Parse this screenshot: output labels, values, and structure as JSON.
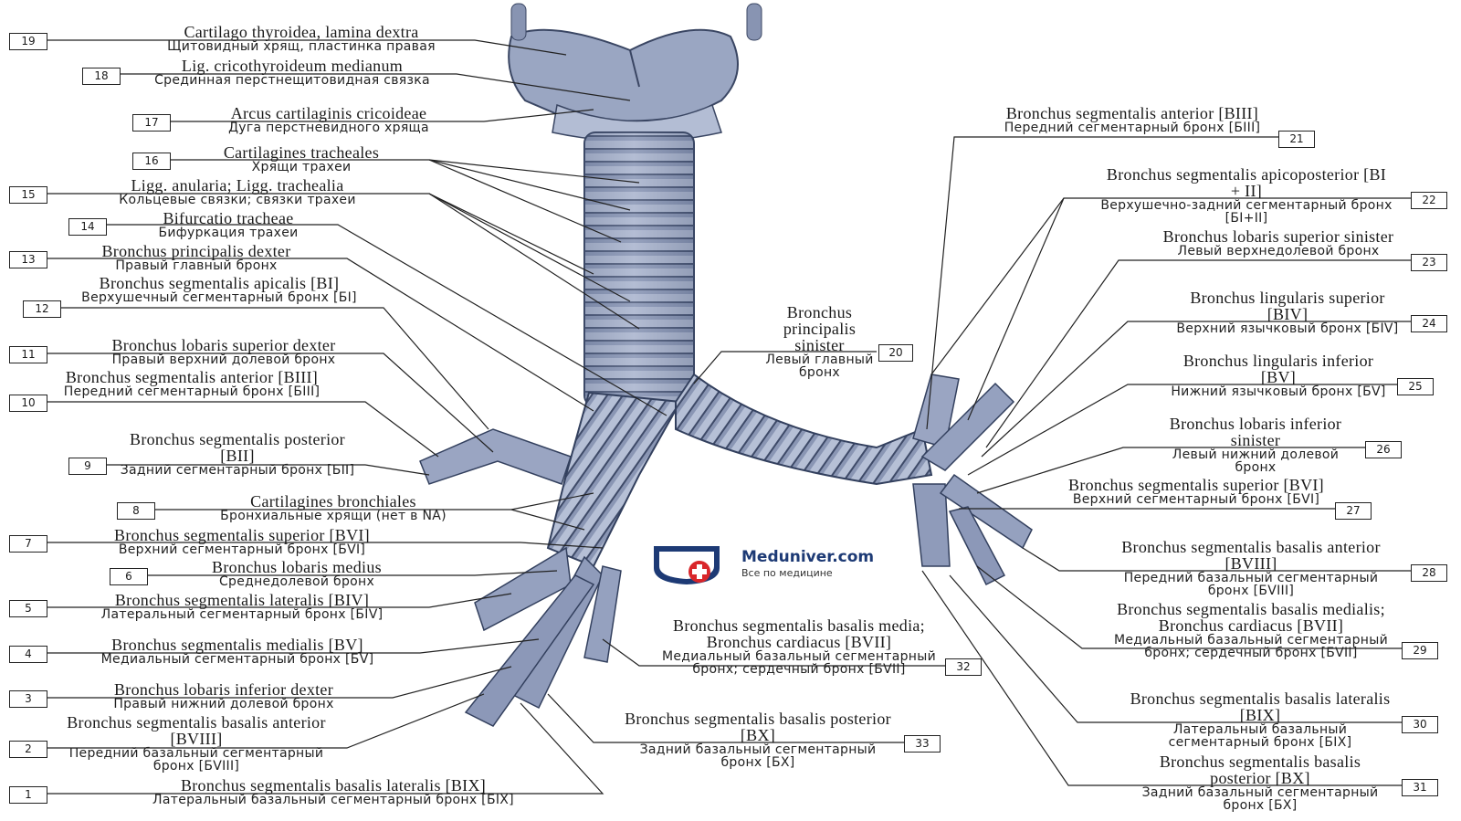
{
  "logo": {
    "site": "Meduniver.com",
    "tagline": "Все по медицине"
  },
  "labels": [
    {
      "n": "19",
      "la": "Cartilago thyroidea, lamina dextra",
      "ru": "Щитовидный хрящ, пластинка правая"
    },
    {
      "n": "18",
      "la": "Lig. cricothyroideum medianum",
      "ru": "Срединная перстнещитовидная связка"
    },
    {
      "n": "17",
      "la": "Arcus cartilaginis cricoideae",
      "ru": "Дуга перстневидного хряща"
    },
    {
      "n": "16",
      "la": "Cartilagines tracheales",
      "ru": "Хрящи трахеи"
    },
    {
      "n": "15",
      "la": "Ligg. anularia; Ligg. trachealia",
      "ru": "Кольцевые связки; связки трахеи"
    },
    {
      "n": "14",
      "la": "Bifurcatio tracheae",
      "ru": "Бифуркация трахеи"
    },
    {
      "n": "13",
      "la": "Bronchus principalis dexter",
      "ru": "Правый главный бронх"
    },
    {
      "n": "12",
      "la": "Bronchus segmentalis apicalis [BI]",
      "ru": "Верхушечный сегментарный бронх [БI]"
    },
    {
      "n": "11",
      "la": "Bronchus lobaris superior dexter",
      "ru": "Правый верхний долевой бронх"
    },
    {
      "n": "10",
      "la": "Bronchus segmentalis anterior [BIII]",
      "ru": "Передний сегментарный бронх [БIII]"
    },
    {
      "n": "9",
      "la": "Bronchus segmentalis posterior [BII]",
      "ru": "Задний сегментарный бронх [БII]"
    },
    {
      "n": "8",
      "la": "Cartilagines bronchiales",
      "ru": "Бронхиальные хрящи (нет в NA)"
    },
    {
      "n": "7",
      "la": "Bronchus segmentalis superior [BVI]",
      "ru": "Верхний сегментарный бронх [БVI]"
    },
    {
      "n": "6",
      "la": "Bronchus lobaris medius",
      "ru": "Среднедолевой бронх"
    },
    {
      "n": "5",
      "la": "Bronchus segmentalis lateralis [BIV]",
      "ru": "Латеральный сегментарный бронх [БIV]"
    },
    {
      "n": "4",
      "la": "Bronchus segmentalis medialis [BV]",
      "ru": "Медиальный сегментарный бронх [БV]"
    },
    {
      "n": "3",
      "la": "Bronchus lobaris inferior dexter",
      "ru": "Правый нижний долевой бронх"
    },
    {
      "n": "2",
      "la": "Bronchus segmentalis basalis anterior [BVIII]",
      "ru": "Передний базальный сегментарный бронх [БVIII]"
    },
    {
      "n": "1",
      "la": "Bronchus segmentalis basalis lateralis [BIX]",
      "ru": "Латеральный базальный сегментарный бронх [БIX]"
    },
    {
      "n": "20",
      "la": "Bronchus principalis sinister",
      "ru": "Левый главный бронх"
    },
    {
      "n": "21",
      "la": "Bronchus segmentalis anterior [BIII]",
      "ru": "Передний сегментарный бронх [БIII]"
    },
    {
      "n": "22",
      "la": "Bronchus segmentalis apicoposterior [BI + II]",
      "ru": "Верхушечно-задний сегментарный бронх [БI+II]"
    },
    {
      "n": "23",
      "la": "Bronchus lobaris superior sinister",
      "ru": "Левый верхнедолевой бронх"
    },
    {
      "n": "24",
      "la": "Bronchus lingularis superior [BIV]",
      "ru": "Верхний язычковый бронх [БIV]"
    },
    {
      "n": "25",
      "la": "Bronchus lingularis inferior [BV]",
      "ru": "Нижний язычковый бронх [БV]"
    },
    {
      "n": "26",
      "la": "Bronchus lobaris inferior sinister",
      "ru": "Левый нижний долевой бронх"
    },
    {
      "n": "27",
      "la": "Bronchus segmentalis superior [BVI]",
      "ru": "Верхний сегментарный бронх [БVI]"
    },
    {
      "n": "28",
      "la": "Bronchus segmentalis basalis anterior [BVIII]",
      "ru": "Передний базальный сегментарный бронх [БVIII]"
    },
    {
      "n": "29",
      "la": "Bronchus segmentalis basalis medialis; Bronchus cardiacus [BVII]",
      "ru": "Медиальный базальный сегментарный бронх; сердечный бронх [БVII]"
    },
    {
      "n": "30",
      "la": "Bronchus segmentalis basalis lateralis [BIX]",
      "ru": "Латеральный базальный сегментарный бронх [БIX]"
    },
    {
      "n": "31",
      "la": "Bronchus segmentalis basalis posterior [BX]",
      "ru": "Задний базальный сегментарный бронх [БX]"
    },
    {
      "n": "32",
      "la": "Bronchus segmentalis basalis media; Bronchus cardiacus [BVII]",
      "ru": "Медиальный базальный сегментарный бронх; сердечный бронх [БVII]"
    },
    {
      "n": "33",
      "la": "Bronchus segmentalis basalis posterior [BX]",
      "ru": "Задний базальный сегментарный бронх [БX]"
    }
  ]
}
